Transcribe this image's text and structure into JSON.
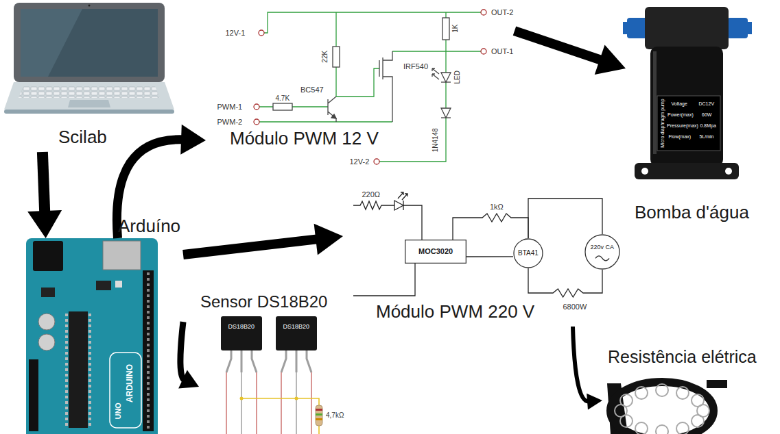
{
  "diagram": {
    "nodes": [
      {
        "text": [
          "Scilab"
        ]
      },
      {
        "text": [
          "Arduíno"
        ]
      },
      {
        "text": [
          "Módulo PWM 12 V"
        ]
      },
      {
        "text": [
          "Bomba d'água"
        ]
      },
      {
        "text": [
          "Módulo PWM 220 V"
        ]
      },
      {
        "text": [
          "MOC3020"
        ],
        "in": 4
      },
      {
        "text": [
          "BTA41"
        ],
        "in": 4
      },
      {
        "text": [
          "220v CA"
        ],
        "in": 4
      },
      {
        "text": [
          "Sensor DS18B20"
        ]
      },
      {
        "text": [
          "DS18B20"
        ],
        "in": 8
      },
      {
        "text": [
          "DS18B20"
        ],
        "in": 8
      },
      {
        "text": [
          "Resistência elétrica"
        ]
      }
    ],
    "edges": [
      {
        "from": 0,
        "to": 1,
        "arrow": "to"
      },
      {
        "from": 1,
        "to": 2,
        "arrow": "to"
      },
      {
        "from": 2,
        "to": 3,
        "arrow": "to"
      },
      {
        "from": 1,
        "to": 4,
        "arrow": "to"
      },
      {
        "from": 1,
        "to": 8,
        "arrow": "to"
      },
      {
        "from": 4,
        "to": 11,
        "arrow": "to"
      },
      {
        "from": 5,
        "to": 6,
        "arrow": "none"
      },
      {
        "from": 5,
        "to": 6,
        "label": "1kΩ",
        "arrow": "none"
      },
      {
        "from": 6,
        "to": 7,
        "arrow": "none"
      },
      {
        "from": 6,
        "to": 7,
        "label": "6800W",
        "arrow": "none"
      }
    ],
    "labels": [
      "12V-1",
      "OUT-2",
      "OUT-1",
      "1K",
      "22K",
      "IRF540",
      "LED",
      "4.7K",
      "BC547",
      "PWM-1",
      "PWM-2",
      "1N4148",
      "12V-2",
      "Micro diaphragm pump",
      "Voltage",
      "DC12V",
      "Power(max)",
      "60W",
      "Pressure(max)",
      "0.8Mpa",
      "Flow(max)",
      "5L/min",
      "ARDUINO",
      "UNO",
      "220Ω",
      "4,7kΩ"
    ]
  }
}
